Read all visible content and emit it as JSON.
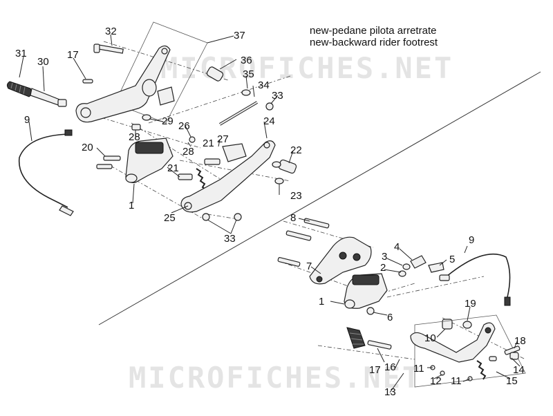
{
  "caption": {
    "line1": "new-pedane pilota arretrate",
    "line2": "new-backward rider footrest"
  },
  "watermark": {
    "text": "MICROFICHES.NET"
  },
  "callouts": {
    "top": [
      "32",
      "37",
      "31",
      "30",
      "17",
      "36",
      "35",
      "34",
      "33",
      "9",
      "29",
      "28",
      "26",
      "24",
      "20",
      "21",
      "27",
      "22",
      "28",
      "21",
      "23",
      "1",
      "25",
      "33"
    ],
    "bottom": [
      "8",
      "9",
      "4",
      "3",
      "5",
      "2",
      "7",
      "1",
      "6",
      "19",
      "10",
      "18",
      "17",
      "16",
      "11",
      "14",
      "12",
      "11",
      "15",
      "13"
    ]
  }
}
